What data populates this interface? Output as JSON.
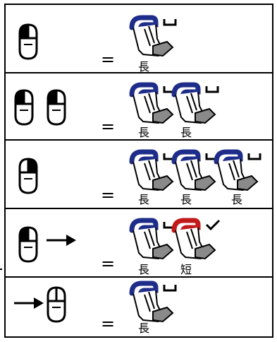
{
  "equals": "=",
  "rows": [
    {
      "mouse": "left-long",
      "hands": [
        "長"
      ]
    },
    {
      "mouse": "double-left",
      "hands": [
        "長",
        "長"
      ]
    },
    {
      "mouse": "right-long",
      "hands": [
        "長",
        "長",
        "長"
      ]
    },
    {
      "mouse": "left-drag",
      "hands": [
        "長",
        "短"
      ]
    },
    {
      "mouse": "drag-into",
      "hands": [
        "長"
      ]
    }
  ],
  "colors": {
    "blue": "#1f2d8a",
    "red": "#c21a1a",
    "hand_fill": "#ffffff",
    "gray": "#8a8a8a"
  },
  "icons": [
    "mouse-icon",
    "arrow-icon",
    "finger-press-icon",
    "long-press-bracket-icon",
    "short-press-check-icon"
  ]
}
